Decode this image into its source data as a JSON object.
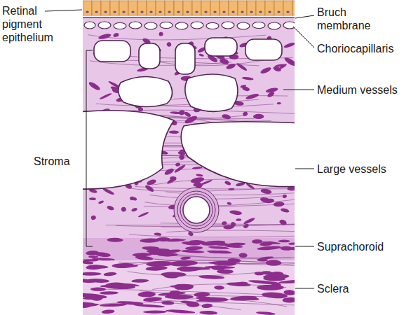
{
  "diagram": {
    "labels": [
      "Retinal pigment epithelium",
      "Bruch membrane",
      "Choriocapillaris",
      "Medium vessels",
      "Stroma",
      "Large vessels",
      "Suprachoroid",
      "Sclera"
    ]
  }
}
